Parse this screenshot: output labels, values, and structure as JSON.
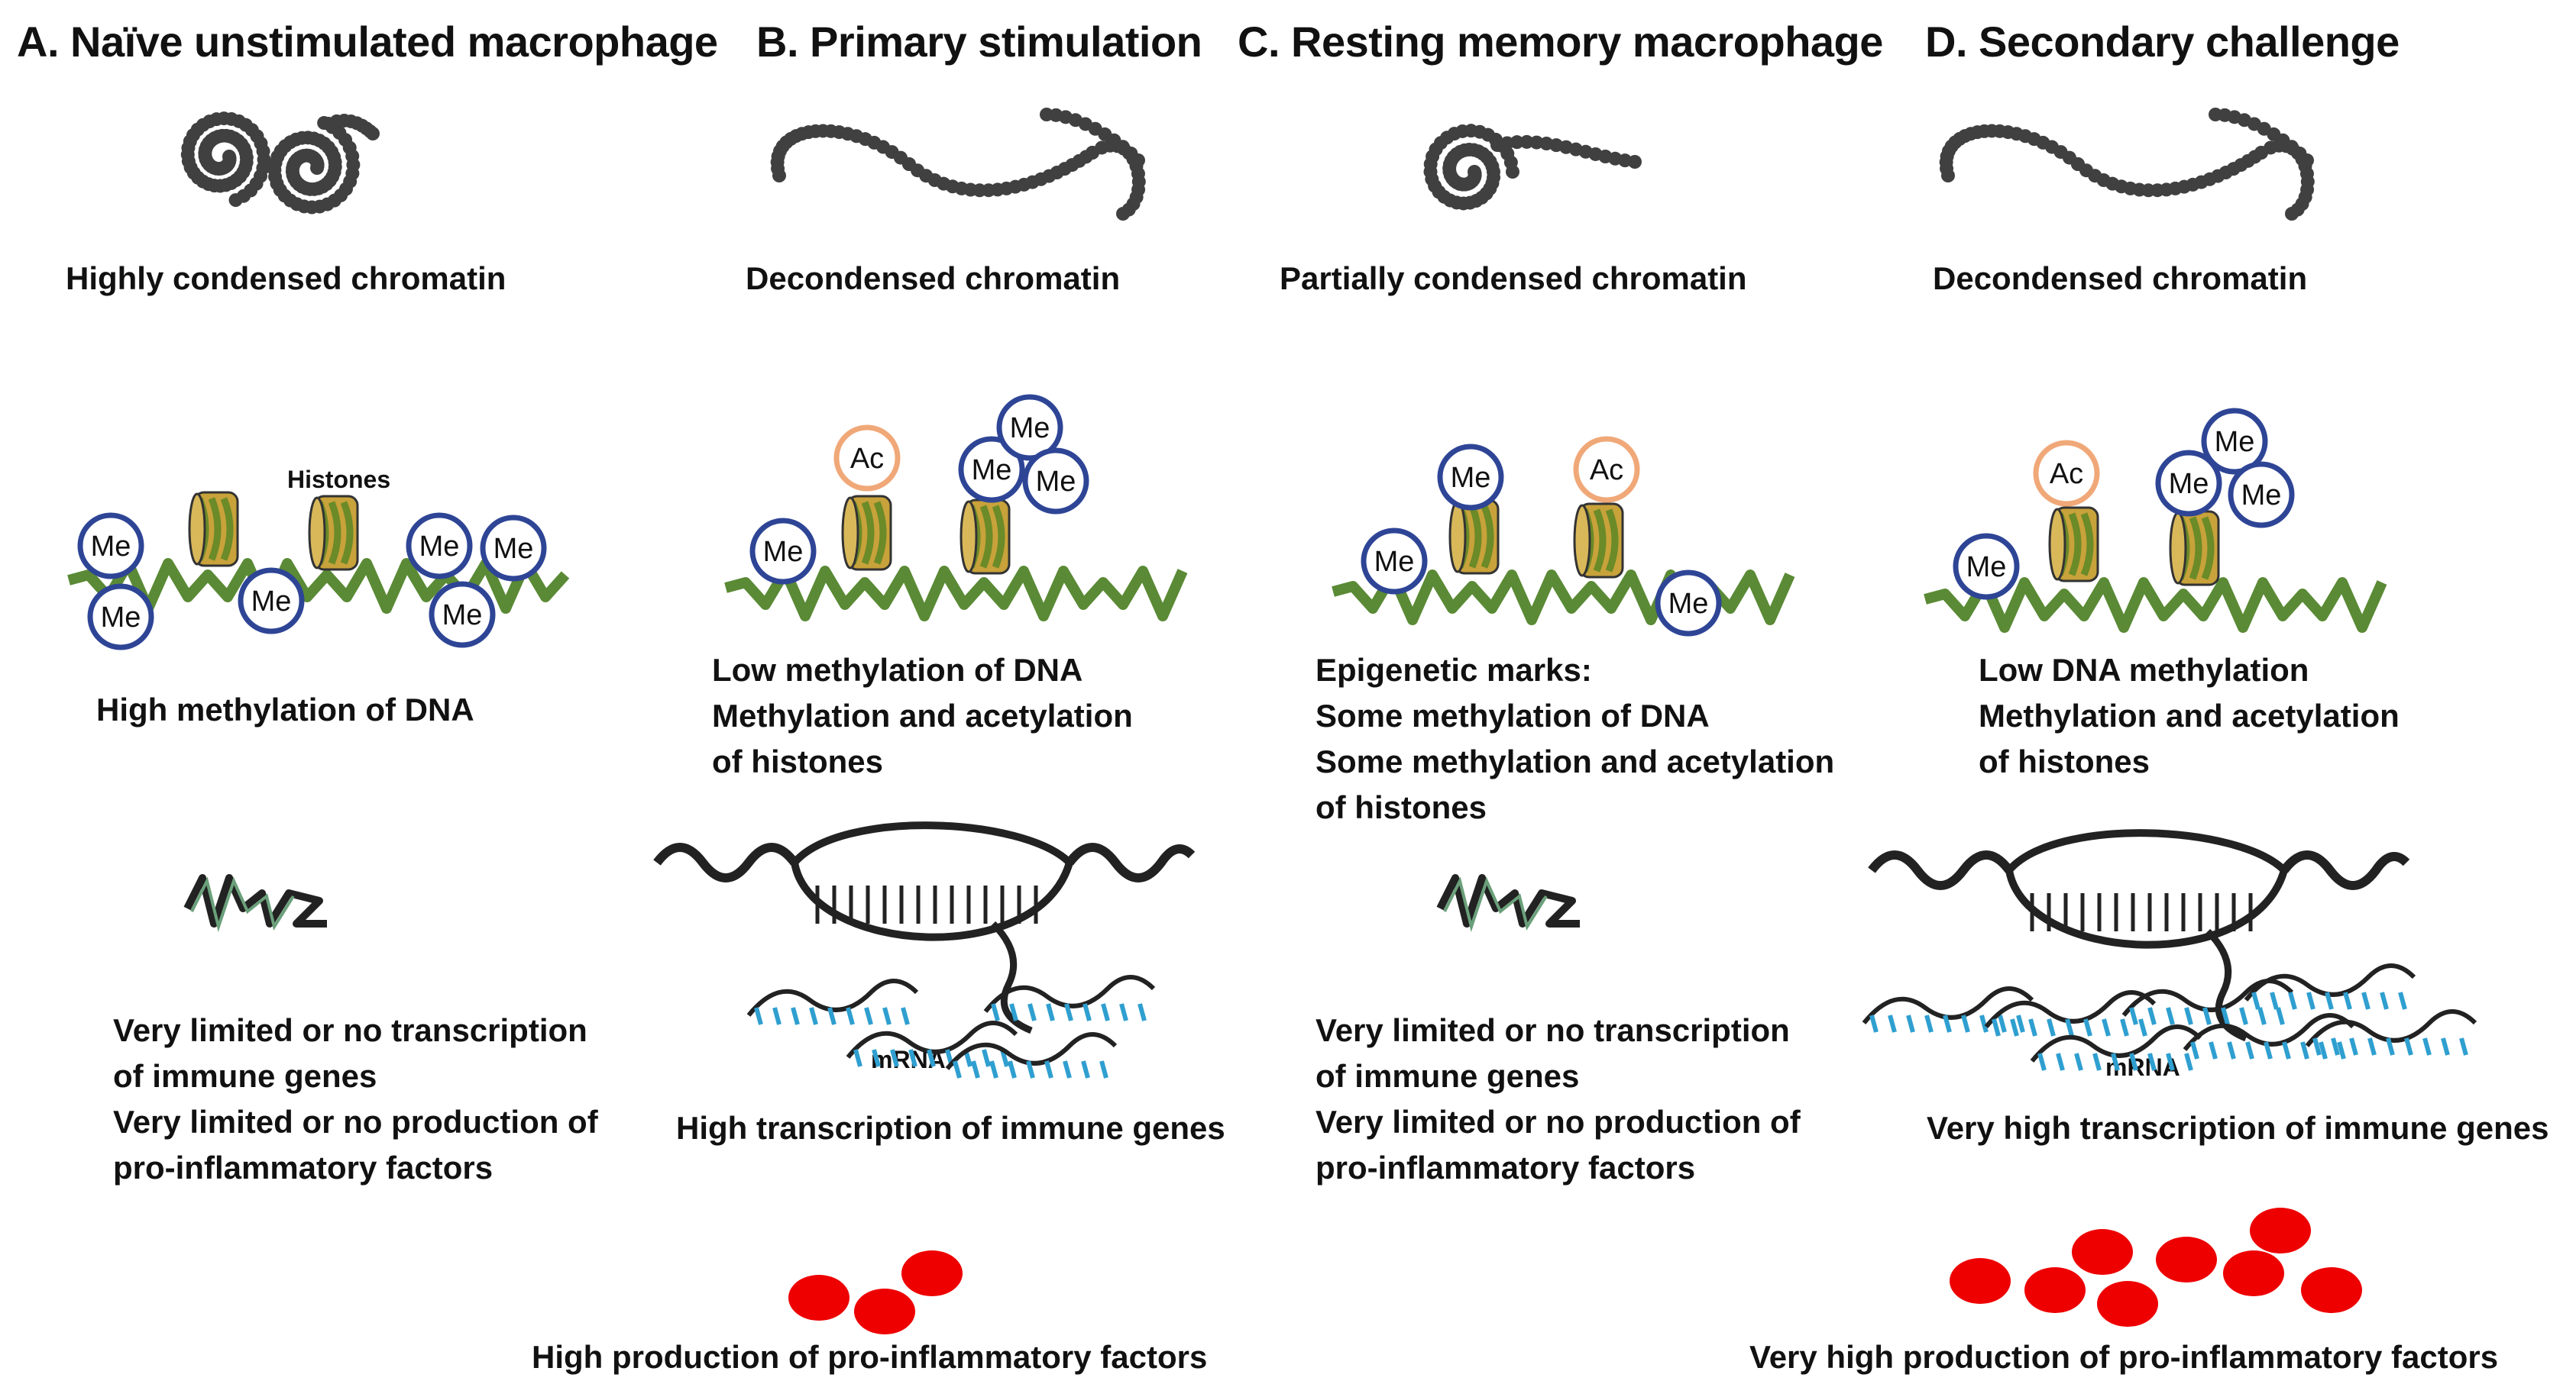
{
  "panels": [
    {
      "heading": "A. Naïve unstimulated macrophage",
      "chromatin_label": "Highly condensed chromatin",
      "marks_lines": [
        "High methylation of DNA"
      ],
      "transcription_lines": [
        "Very limited or no transcription",
        "of immune genes",
        "Very limited or no production of",
        "pro-inflammatory factors"
      ],
      "production_label": ""
    },
    {
      "heading": "B. Primary stimulation",
      "chromatin_label": "Decondensed chromatin",
      "marks_lines": [
        "Low methylation of DNA",
        "Methylation and acetylation",
        "of histones"
      ],
      "transcription_lines": [
        "High transcription of immune genes"
      ],
      "production_label": "High  production of pro-inflammatory factors"
    },
    {
      "heading": "C. Resting memory macrophage",
      "chromatin_label": "Partially condensed chromatin",
      "marks_lines": [
        "Epigenetic marks:",
        "Some methylation of DNA",
        "Some methylation and acetylation",
        "of histones"
      ],
      "transcription_lines": [
        "Very limited or no transcription",
        "of immune genes",
        "Very limited or no production of",
        "pro-inflammatory factors"
      ],
      "production_label": ""
    },
    {
      "heading": "D. Secondary challenge",
      "chromatin_label": "Decondensed chromatin",
      "marks_lines": [
        "Low DNA methylation",
        "Methylation and acetylation",
        "of histones"
      ],
      "transcription_lines": [
        "Very high transcription of immune genes"
      ],
      "production_label": "Very high production of pro-inflammatory factors"
    }
  ],
  "labels": {
    "histones": "Histones",
    "methyl": "Me",
    "acetyl": "Ac",
    "mrna": "mRNA"
  },
  "colors": {
    "chromatin": "#404040",
    "dna_strand": "#5a8a35",
    "histone_core": "#c8a23a",
    "histone_stripe": "#6b8a28",
    "methyl_ring": "#2e4596",
    "acetyl_ring": "#f0a878",
    "factor": "#ee0000",
    "mrna": "#2f9fd0"
  }
}
